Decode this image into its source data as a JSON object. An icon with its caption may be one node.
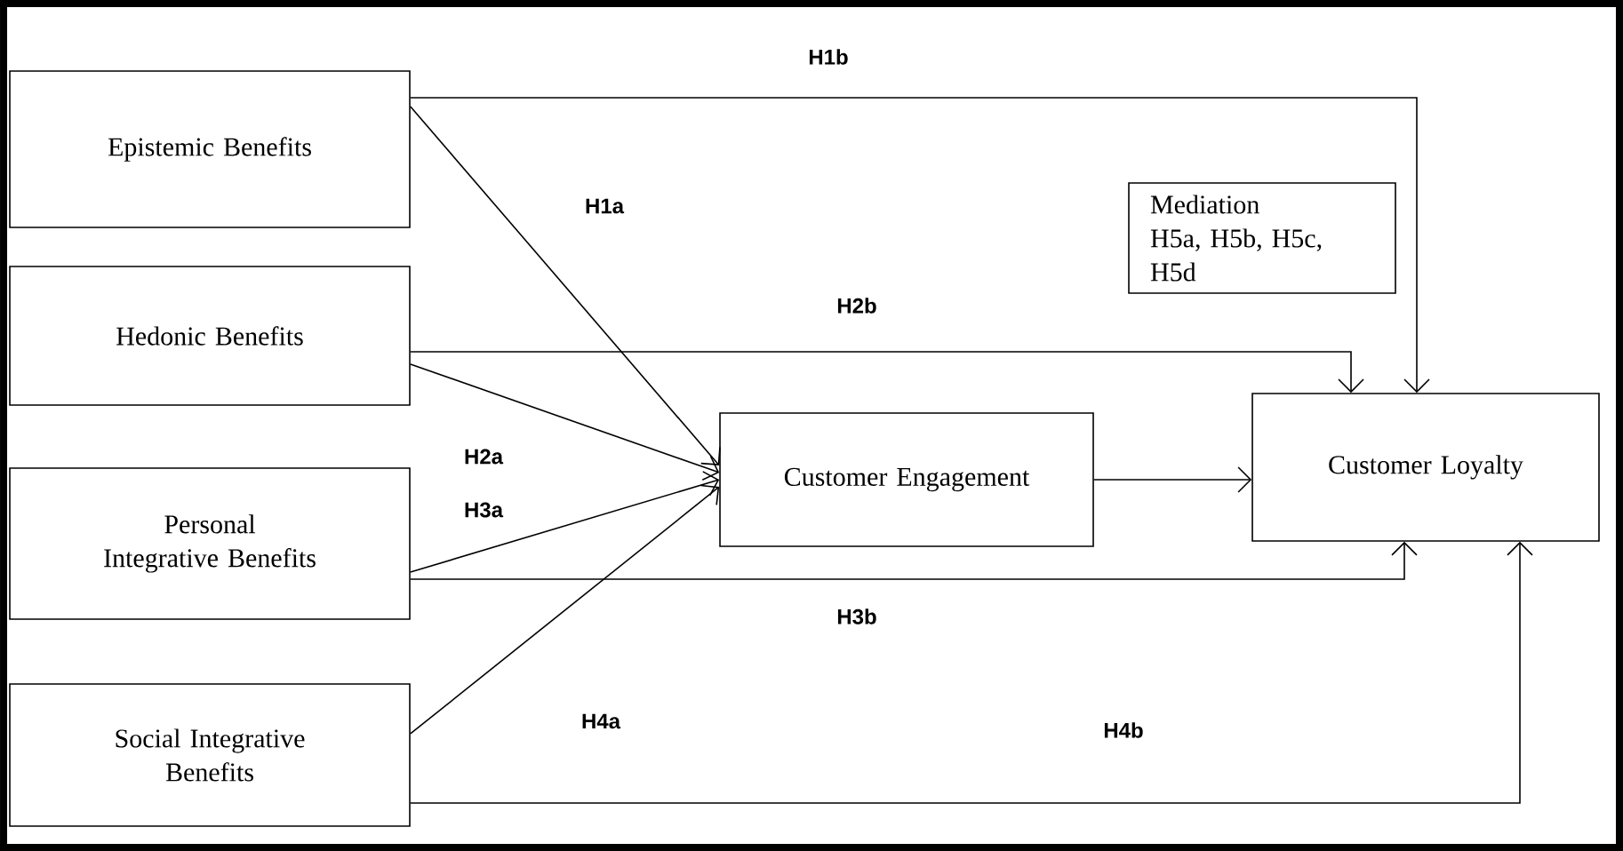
{
  "diagram": {
    "nodes": [
      {
        "text": [
          "Epistemic Benefits"
        ]
      },
      {
        "text": [
          "Hedonic Benefits"
        ]
      },
      {
        "text": [
          "Personal Integrative Benefits"
        ]
      },
      {
        "text": [
          "Social Integrative Benefits"
        ]
      },
      {
        "text": [
          "Customer Engagement"
        ]
      },
      {
        "text": [
          "Customer Loyalty"
        ]
      },
      {
        "text": [
          "Mediation",
          "H5a, H5b, H5c, H5d"
        ]
      }
    ],
    "edges": [
      {
        "from": 0,
        "to": 4,
        "arrow": "to",
        "label": "H1a"
      },
      {
        "from": 0,
        "to": 5,
        "arrow": "to",
        "label": "H1b"
      },
      {
        "from": 1,
        "to": 4,
        "arrow": "to",
        "label": "H2a"
      },
      {
        "from": 1,
        "to": 5,
        "arrow": "to",
        "label": "H2b"
      },
      {
        "from": 2,
        "to": 4,
        "arrow": "to",
        "label": "H3a"
      },
      {
        "from": 2,
        "to": 5,
        "arrow": "to",
        "label": "H3b"
      },
      {
        "from": 3,
        "to": 4,
        "arrow": "to",
        "label": "H4a"
      },
      {
        "from": 3,
        "to": 5,
        "arrow": "to",
        "label": "H4b"
      },
      {
        "from": 4,
        "to": 5,
        "arrow": "to"
      }
    ]
  }
}
